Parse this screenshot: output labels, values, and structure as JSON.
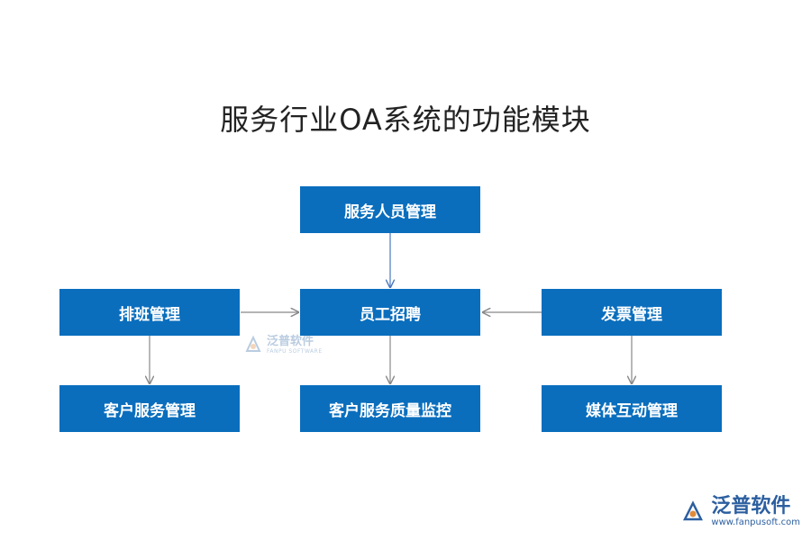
{
  "title": "服务行业OA系统的功能模块",
  "nodes": {
    "top": "服务人员管理",
    "center": "员工招聘",
    "left": "排班管理",
    "right": "发票管理",
    "bottom_left": "客户服务管理",
    "bottom_center": "客户服务质量监控",
    "bottom_right": "媒体互动管理"
  },
  "watermark": {
    "name": "泛普软件",
    "sub": "FANPU SOFTWARE"
  },
  "logo": {
    "name": "泛普软件",
    "url": "www.fanpusoft.com"
  },
  "colors": {
    "node_fill": "#0a6ebd",
    "arrow": "#888888",
    "arrow_top": "#4a78c0"
  }
}
